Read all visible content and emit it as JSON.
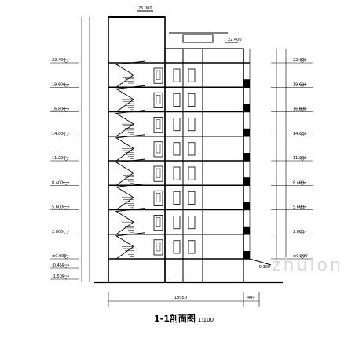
{
  "drawing": {
    "title": "1-1剖面图",
    "scale": "1:100",
    "watermark": "zhulong",
    "total_width_dim": "18050",
    "right_offset_dim": "400",
    "ground_level": "-0.300",
    "roof_level": "26.000",
    "parapet_level": "22.400"
  },
  "left_levels": [
    "22.400",
    "19.600",
    "16.800",
    "14.000",
    "11.200",
    "8.400",
    "5.600",
    "2.800",
    "±0.000",
    "-0.450",
    "-1.500"
  ],
  "right_levels": [
    "22.400",
    "19.600",
    "16.800",
    "14.000",
    "11.200",
    "8.400",
    "5.600",
    "2.800",
    "±0.000"
  ],
  "floor_count": 8,
  "colors": {
    "line": "#000000",
    "background": "#ffffff",
    "watermark": "#d8d8d8"
  }
}
